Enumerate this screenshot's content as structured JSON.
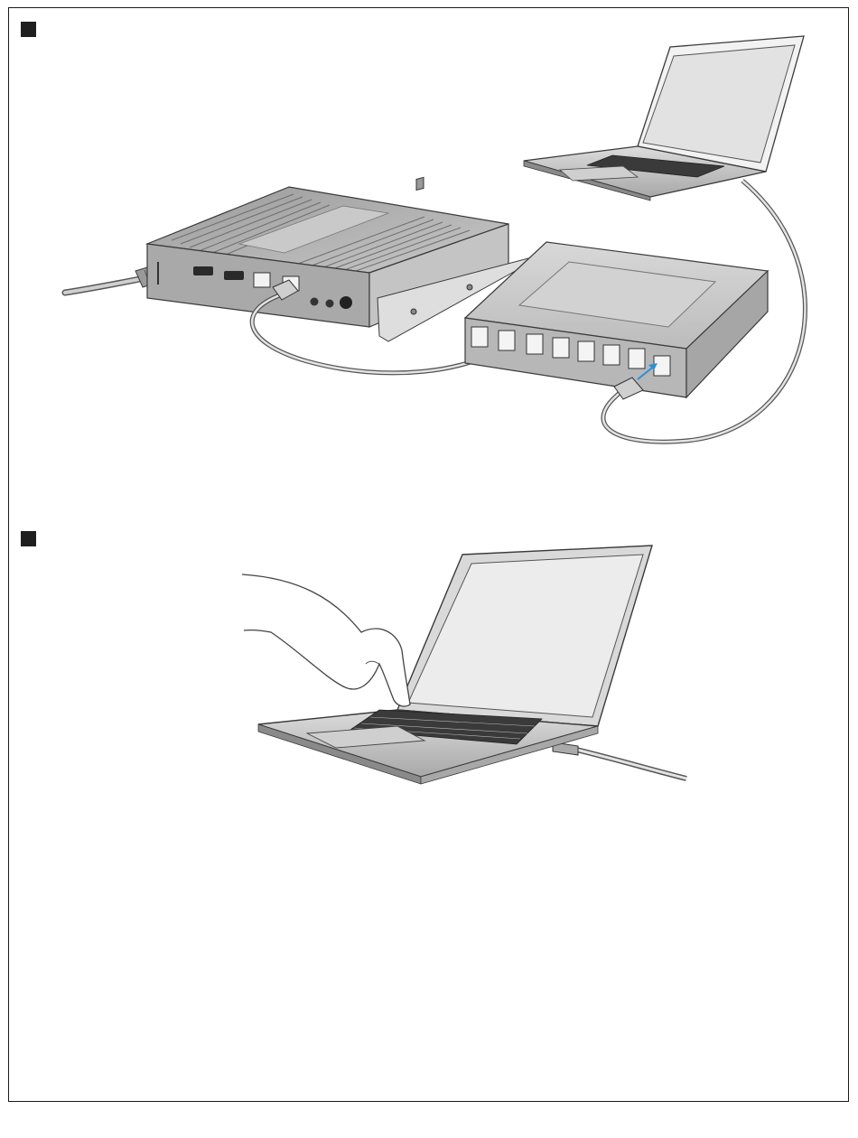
{
  "steps": [
    {
      "id": "step-1",
      "marker_color": "#1f1f1f",
      "figures": [
        "media-player",
        "network-switch",
        "laptop-open"
      ],
      "cables": [
        "power-cable",
        "ethernet-player-to-switch",
        "ethernet-switch-to-laptop"
      ]
    },
    {
      "id": "step-2",
      "marker_color": "#1f1f1f",
      "figures": [
        "hand",
        "laptop-typing"
      ],
      "cables": [
        "laptop-cable"
      ]
    }
  ],
  "colors": {
    "line": "#3a3a3a",
    "device_dark": "#8a8a8a",
    "device_mid": "#b5b5b5",
    "device_light": "#d6d6d6",
    "device_face": "#e8e8e8",
    "accent_arrow": "#2a8fd6"
  },
  "icons": [
    "step-marker-icon",
    "ethernet-port-icon",
    "hdmi-port-icon",
    "audio-jack-icon",
    "power-plug-icon",
    "rj45-connector-icon"
  ]
}
